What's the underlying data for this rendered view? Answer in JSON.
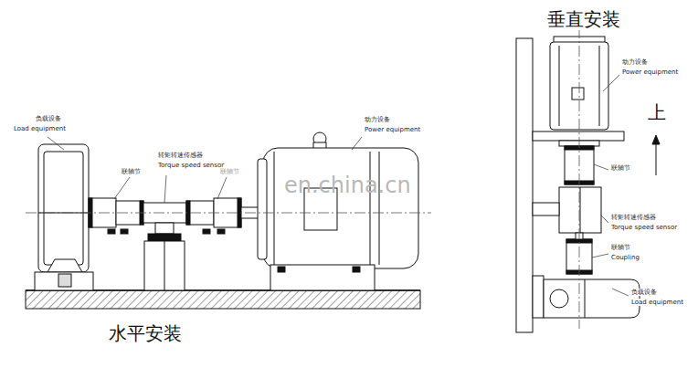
{
  "diagram": {
    "labels": [
      "负载设备",
      "Load equipment",
      "联轴节",
      "转矩转速传感器",
      "Torque speed sensor",
      "联轴节",
      "动力设备",
      "Power equipment",
      "en.china.cn",
      "水平安装",
      "垂直安装",
      "动力设备",
      "Power equipment",
      "上",
      "联轴节",
      "转矩转速传感器",
      "Torque speed sensor",
      "联轴节",
      "Coupling",
      "负载设备",
      "Load equipment"
    ]
  }
}
